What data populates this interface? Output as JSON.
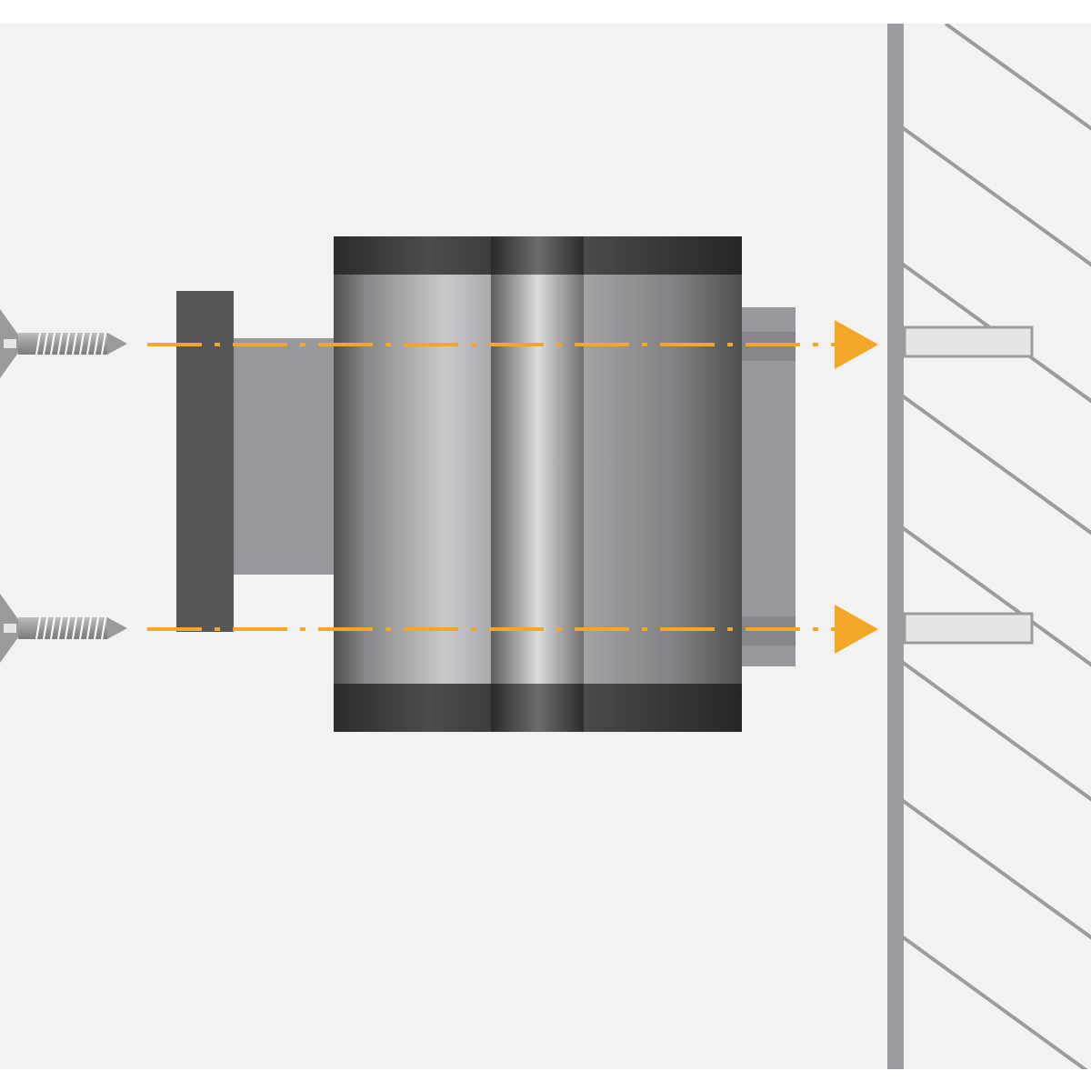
{
  "diagram": {
    "kind": "wall-mounting-assembly",
    "components": {
      "screws": {
        "count": 2,
        "icon": "countersunk-screw-icon"
      },
      "plugs": {
        "count": 2,
        "icon": "wall-plug-icon"
      },
      "mounting_plate": {
        "icon": "mounting-plate-icon"
      },
      "cylinder_body": {
        "icon": "cylinder-housing-icon"
      },
      "wall": {
        "icon": "hatched-wall-icon"
      }
    },
    "colors": {
      "background": "#f2f2f2",
      "accent_arrow": "#f2a62a",
      "wall_line": "#9b9ca0",
      "hatch_line": "#9b9ca0",
      "plate_dark": "#565656",
      "plate_light": "#97989c",
      "band_dark": "#2f2f30",
      "plug_fill": "#e6e6e6",
      "plug_stroke": "#9b9ca0"
    }
  }
}
